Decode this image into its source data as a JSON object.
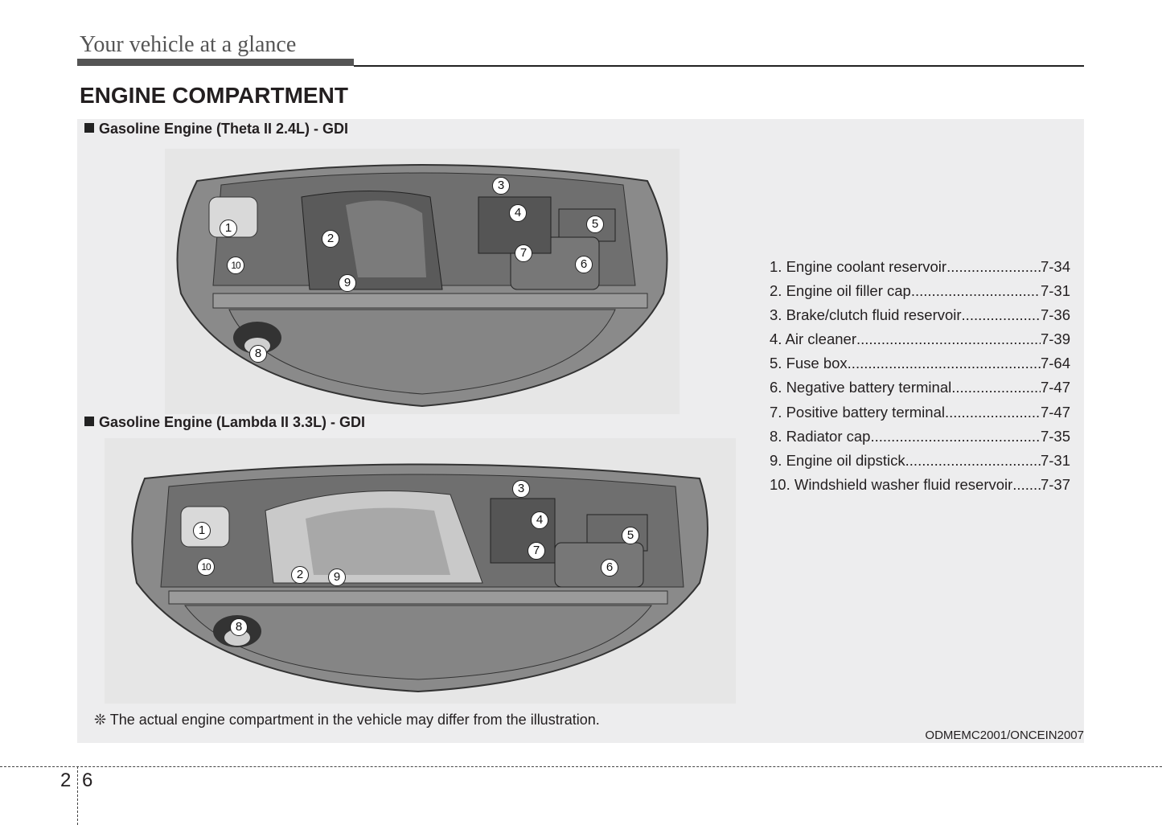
{
  "header": {
    "section": "Your vehicle at a glance"
  },
  "title": "ENGINE COMPARTMENT",
  "engines": [
    {
      "label": "Gasoline Engine (Theta II 2.4L) - GDI",
      "callouts": [
        "1",
        "2",
        "3",
        "4",
        "5",
        "6",
        "7",
        "8",
        "9",
        "10"
      ]
    },
    {
      "label": "Gasoline Engine (Lambda II 3.3L) - GDI",
      "callouts": [
        "1",
        "2",
        "3",
        "4",
        "5",
        "6",
        "7",
        "8",
        "9",
        "10"
      ]
    }
  ],
  "items": [
    {
      "label": "1. Engine coolant reservoir",
      "page": "7-34"
    },
    {
      "label": "2. Engine oil filler cap ",
      "page": "7-31"
    },
    {
      "label": "3. Brake/clutch fluid reservoir ",
      "page": "7-36"
    },
    {
      "label": "4. Air cleaner",
      "page": "7-39"
    },
    {
      "label": "5. Fuse box ",
      "page": "7-64"
    },
    {
      "label": "6. Negative battery terminal",
      "page": "7-47"
    },
    {
      "label": "7. Positive battery terminal ",
      "page": "7-47"
    },
    {
      "label": "8. Radiator cap ",
      "page": "7-35"
    },
    {
      "label": "9. Engine oil dipstick",
      "page": "7-31"
    },
    {
      "label": "10. Windshield washer fluid reservoir ",
      "page": "7-37"
    }
  ],
  "note": "❊ The actual engine compartment in the vehicle may differ from the illustration.",
  "image_code": "ODMEMC2001/ONCEIN2007",
  "page_number": {
    "chapter": "2",
    "page": "6"
  }
}
